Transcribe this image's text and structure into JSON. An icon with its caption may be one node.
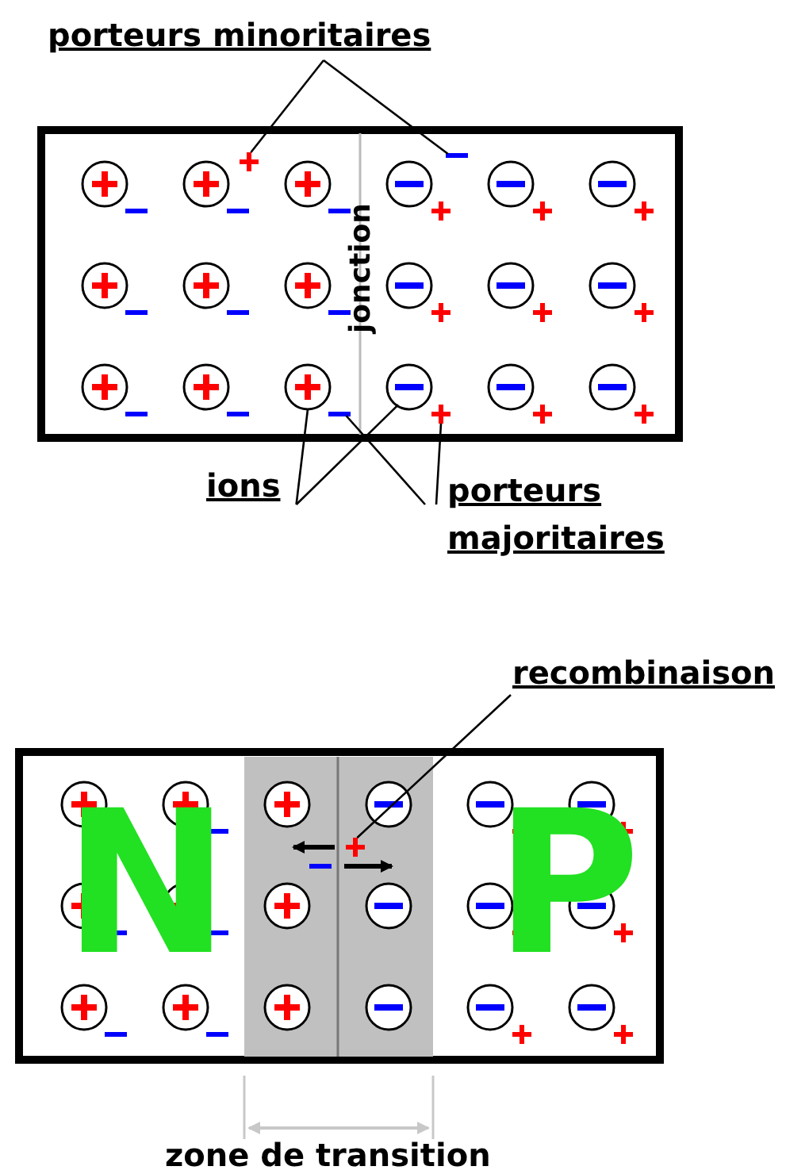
{
  "diagram": {
    "nodes": [
      {
        "text": [
          "porteurs minoritaires"
        ]
      },
      {
        "text": [],
        "shape": "plus"
      },
      {
        "text": [],
        "shape": "minus"
      },
      {
        "text": [
          "ions"
        ]
      },
      {
        "text": [],
        "shape": "circle"
      },
      {
        "text": [],
        "shape": "circle"
      },
      {
        "text": [
          "porteurs majoritaires"
        ]
      },
      {
        "text": [],
        "shape": "minus"
      },
      {
        "text": [],
        "shape": "plus"
      },
      {
        "text": [
          "recombinaison"
        ]
      },
      {
        "text": [],
        "shape": "plus"
      }
    ],
    "edges": [
      {
        "from": 0,
        "to": 1,
        "arrow": "none"
      },
      {
        "from": 0,
        "to": 2,
        "arrow": "none"
      },
      {
        "from": 3,
        "to": 4,
        "arrow": "none"
      },
      {
        "from": 3,
        "to": 5,
        "arrow": "none"
      },
      {
        "from": 6,
        "to": 7,
        "arrow": "none"
      },
      {
        "from": 6,
        "to": 8,
        "arrow": "none"
      },
      {
        "from": 9,
        "to": 10,
        "arrow": "none"
      }
    ],
    "labels": [
      "jonction",
      "N",
      "P",
      "zone de transition"
    ]
  }
}
